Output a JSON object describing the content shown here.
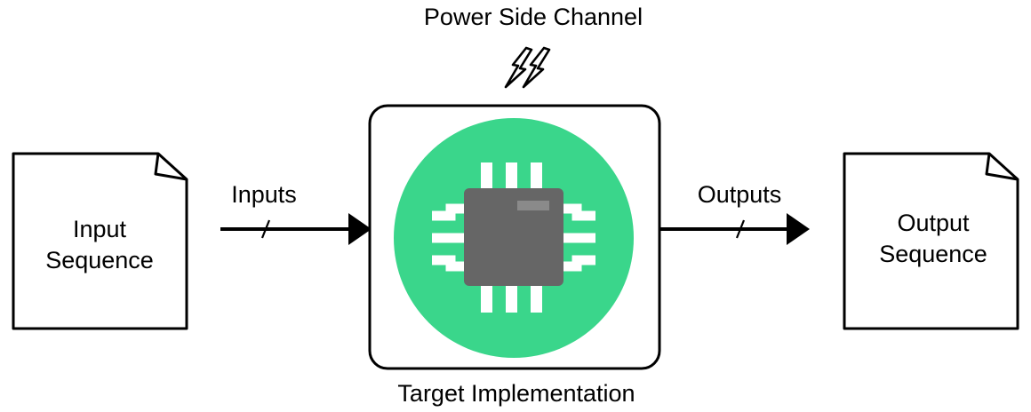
{
  "labels": {
    "power_side_channel": "Power Side Channel",
    "target_implementation": "Target Implementation",
    "inputs": "Inputs",
    "outputs": "Outputs",
    "input_doc_line1": "Input",
    "input_doc_line2": "Sequence",
    "output_doc_line1": "Output",
    "output_doc_line2": "Sequence"
  },
  "icons": {
    "power_signal": "lightning-bolt-icon",
    "chip": "microchip-icon",
    "document": "document-icon"
  },
  "colors": {
    "chip_background": "#3ad68b",
    "chip_body": "#666666",
    "chip_marker": "#8a8a8a",
    "chip_pins": "#ffffff",
    "stroke": "#000000"
  }
}
